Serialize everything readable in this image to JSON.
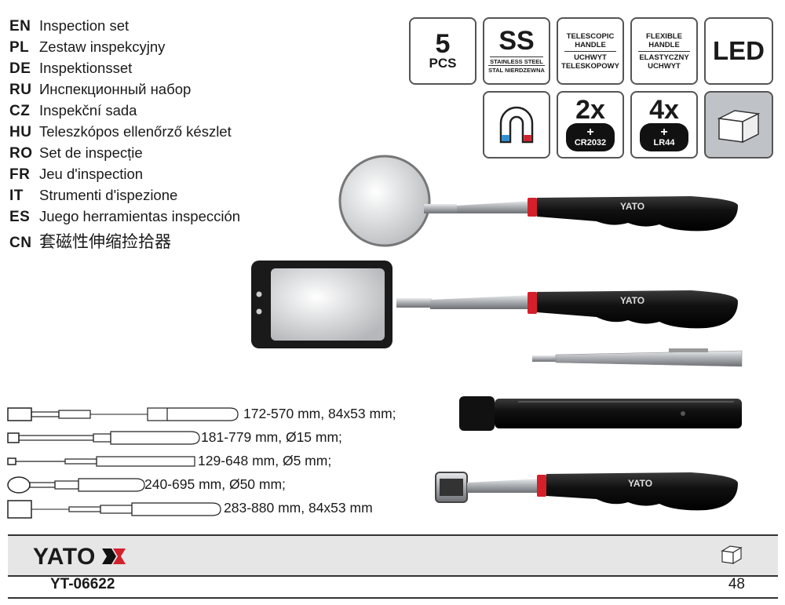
{
  "languages": [
    {
      "code": "EN",
      "text": "Inspection set"
    },
    {
      "code": "PL",
      "text": "Zestaw inspekcyjny"
    },
    {
      "code": "DE",
      "text": "Inspektionsset"
    },
    {
      "code": "RU",
      "text": "Инспекционный набор"
    },
    {
      "code": "CZ",
      "text": "Inspekční sada"
    },
    {
      "code": "HU",
      "text": "Teleszkópos ellenőrző készlet"
    },
    {
      "code": "RO",
      "text": "Set de inspecție"
    },
    {
      "code": "FR",
      "text": "Jeu d'inspection"
    },
    {
      "code": "IT",
      "text": "Strumenti d'ispezione"
    },
    {
      "code": "ES",
      "text": "Juego herramientas inspección"
    },
    {
      "code": "CN",
      "text": "套磁性伸缩捡拾器"
    }
  ],
  "badges": {
    "pcs": {
      "num": "5",
      "unit": "PCS"
    },
    "ss": {
      "big": "SS",
      "line1": "STAINLESS STEEL",
      "line2": "STAL NIERDZEWNA"
    },
    "telescopic": {
      "l1": "TELESCOPIC",
      "l2": "HANDLE",
      "l3": "UCHWYT",
      "l4": "TELESKOPOWY"
    },
    "flexible": {
      "l1": "FLEXIBLE",
      "l2": "HANDLE",
      "l3": "ELASTYCZNY",
      "l4": "UCHWYT"
    },
    "led": "LED",
    "battery1": {
      "count": "2x",
      "plus": "+",
      "type": "CR2032"
    },
    "battery2": {
      "count": "4x",
      "plus": "+",
      "type": "LR44"
    }
  },
  "tool_brand": "YATO",
  "dimensions": [
    "172-570 mm, 84x53 mm;",
    "181-779 mm, Ø15 mm;",
    "129-648 mm, Ø5 mm;",
    "240-695 mm, Ø50 mm;",
    "283-880 mm, 84x53 mm"
  ],
  "footer": {
    "brand": "YATO",
    "sku": "YT-06622",
    "quantity": "48"
  },
  "colors": {
    "accent_red": "#d4202a",
    "handle_black": "#151515",
    "steel": "#b9bcc0",
    "footer_gray": "#e6e6e6"
  }
}
